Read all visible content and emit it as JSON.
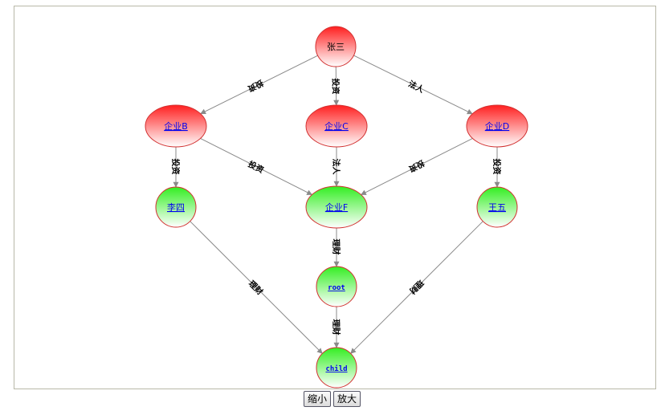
{
  "colors": {
    "red_node_top": "#ff1f1f",
    "red_node_bottom": "#ffffff",
    "green_node_top": "#33ee22",
    "green_node_bottom": "#ffffff",
    "node_border": "#d23030",
    "edge": "#8a8a8a"
  },
  "nodes": [
    {
      "id": "zhangsan",
      "label": "张三",
      "color": "red",
      "link": false
    },
    {
      "id": "qiye_b",
      "label": "企业B",
      "color": "red",
      "link": true
    },
    {
      "id": "qiye_c",
      "label": "企业C",
      "color": "red",
      "link": true
    },
    {
      "id": "qiye_d",
      "label": "企业D",
      "color": "red",
      "link": true
    },
    {
      "id": "lisi",
      "label": "李四",
      "color": "green",
      "link": true
    },
    {
      "id": "qiye_f",
      "label": "企业F",
      "color": "green",
      "link": true
    },
    {
      "id": "wangwu",
      "label": "王五",
      "color": "green",
      "link": true
    },
    {
      "id": "root",
      "label": "root",
      "color": "green",
      "link": true
    },
    {
      "id": "child",
      "label": "child",
      "color": "green",
      "link": true
    }
  ],
  "edges": [
    {
      "from": "zhangsan",
      "to": "qiye_b",
      "label": "投资"
    },
    {
      "from": "zhangsan",
      "to": "qiye_c",
      "label": "投资"
    },
    {
      "from": "zhangsan",
      "to": "qiye_d",
      "label": "法人"
    },
    {
      "from": "qiye_b",
      "to": "lisi",
      "label": "投资"
    },
    {
      "from": "qiye_b",
      "to": "qiye_f",
      "label": "投资"
    },
    {
      "from": "qiye_c",
      "to": "qiye_f",
      "label": "法人"
    },
    {
      "from": "qiye_d",
      "to": "qiye_f",
      "label": "投资"
    },
    {
      "from": "qiye_d",
      "to": "wangwu",
      "label": "投资"
    },
    {
      "from": "lisi",
      "to": "child",
      "label": "理财"
    },
    {
      "from": "qiye_f",
      "to": "root",
      "label": "理财"
    },
    {
      "from": "root",
      "to": "child",
      "label": "理财"
    },
    {
      "from": "wangwu",
      "to": "child",
      "label": "理财"
    }
  ],
  "controls": {
    "zoom_out_label": "缩小",
    "zoom_in_label": "放大"
  }
}
